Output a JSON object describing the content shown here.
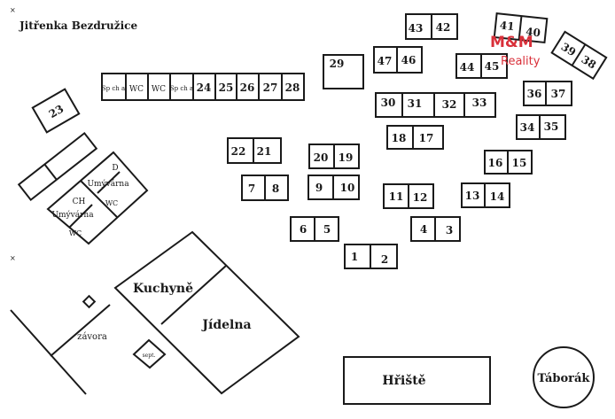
{
  "title": "Jitřenka Bezdružice",
  "watermark": {
    "name": "M&M",
    "sub": "Reality",
    "color": "#d9303a"
  },
  "row_left": [
    "Sp ch a",
    "WC",
    "WC",
    "Sp ch a",
    "24",
    "25",
    "26",
    "27",
    "28"
  ],
  "cabins": {
    "c1": "1",
    "c2": "2",
    "c3": "3",
    "c4": "4",
    "c5": "5",
    "c6": "6",
    "c7": "7",
    "c8": "8",
    "c9": "9",
    "c10": "10",
    "c11": "11",
    "c12": "12",
    "c13": "13",
    "c14": "14",
    "c15": "15",
    "c16": "16",
    "c17": "17",
    "c18": "18",
    "c19": "19",
    "c20": "20",
    "c21": "21",
    "c22": "22",
    "c23": "23",
    "c29": "29",
    "c30": "30",
    "c31": "31",
    "c32": "32",
    "c33": "33",
    "c34": "34",
    "c35": "35",
    "c36": "36",
    "c37": "37",
    "c38": "38",
    "c39": "39",
    "c40": "40",
    "c41": "41",
    "c42": "42",
    "c43": "43",
    "c44": "44",
    "c45": "45",
    "c46": "46",
    "c47": "47"
  },
  "washroom": {
    "d": "D",
    "umyvarna1": "Umývárna",
    "wc1": "WC",
    "ch": "CH",
    "umyvarna2": "Umývárna",
    "wc2": "WC"
  },
  "facilities": {
    "kuchyne": "Kuchyně",
    "jidelna": "Jídelna",
    "zavora": "závora",
    "sept": "sept.",
    "hriste": "Hřiště",
    "taborak": "Táborák"
  }
}
